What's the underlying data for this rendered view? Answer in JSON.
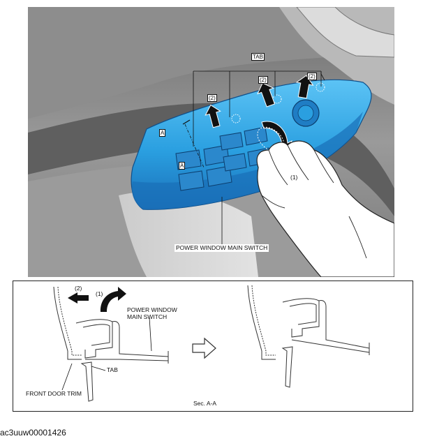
{
  "labels": {
    "tab_top": "TAB",
    "step2_a": "(2)",
    "step2_b": "(2)",
    "step2_c": "(2)",
    "step1_top": "(1)",
    "section_marker_a_upper": "A",
    "section_marker_a_lower": "A",
    "power_window_main_switch": "POWER WINDOW MAIN SWITCH",
    "section_step2": "(2)",
    "section_step1": "(1)",
    "section_power_window_line1": "POWER WINDOW",
    "section_power_window_line2": "MAIN SWITCH",
    "section_tab": "TAB",
    "front_door_trim": "FRONT DOOR TRIM",
    "section_caption": "Sec. A-A"
  },
  "doc_id": "ac3uuw00001426",
  "colors": {
    "switch_blue": "#2a9fe0",
    "switch_blue_dark": "#1a6fb8",
    "door_gray": "#8c8c8c",
    "arrow_black": "#111111"
  },
  "icons": {
    "push_arrow": "black-block-arrow-icon",
    "direction_arrow": "outline-right-arrow-icon",
    "hand": "hand-illustration"
  }
}
